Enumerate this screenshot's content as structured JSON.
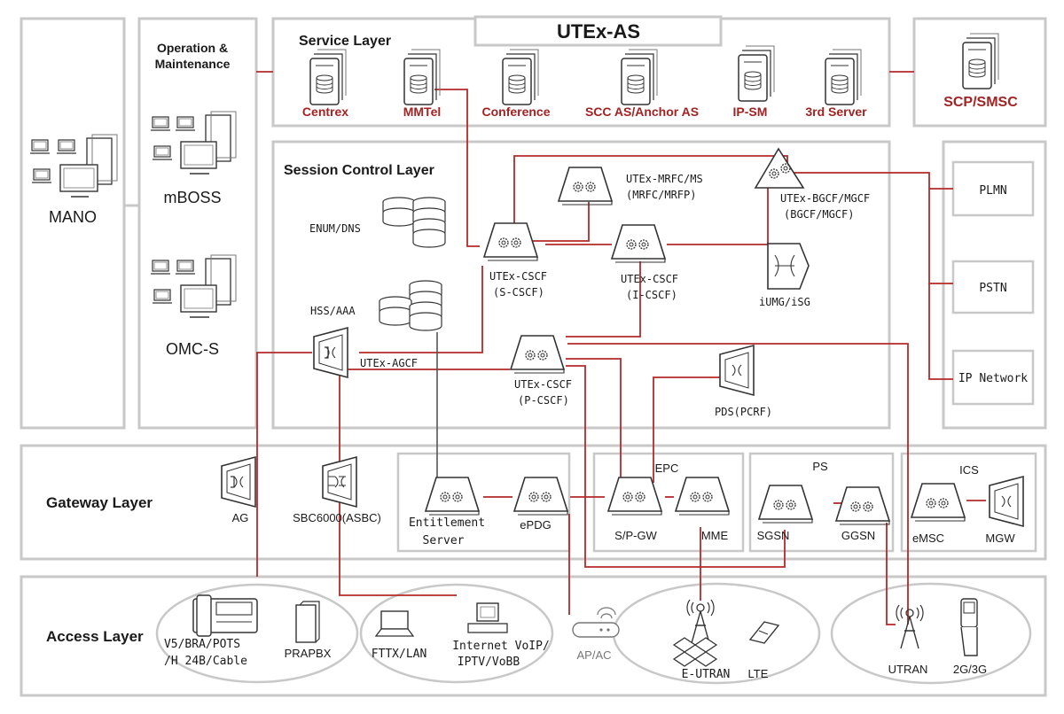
{
  "title": "UTEx-AS",
  "layers": {
    "service": "Service Layer",
    "session": "Session Control Layer",
    "gateway": "Gateway Layer",
    "access": "Access Layer"
  },
  "left": {
    "mano": "MANO",
    "om_line1": "Operation &",
    "om_line2": "Maintenance",
    "mboss": "mBOSS",
    "omcs": "OMC-S"
  },
  "services": [
    "Centrex",
    "MMTel",
    "Conference",
    "SCC AS/Anchor AS",
    "IP-SM",
    "3rd Server"
  ],
  "scp": "SCP/SMSC",
  "networks": [
    "PLMN",
    "PSTN",
    "IP Network"
  ],
  "session_nodes": {
    "enum": "ENUM/DNS",
    "hss": "HSS/AAA",
    "agcf": "UTEx-AGCF",
    "mrfc_1": "UTEx-MRFC/MS",
    "mrfc_2": "(MRFC/MRFP)",
    "bgcf_1": "UTEx-BGCF/MGCF",
    "bgcf_2": "(BGCF/MGCF)",
    "scscf_1": "UTEx-CSCF",
    "scscf_2": "(S-CSCF)",
    "icscf_1": "UTEx-CSCF",
    "icscf_2": "(I-CSCF)",
    "iumg": "iUMG/iSG",
    "pcscf_1": "UTEx-CSCF",
    "pcscf_2": "(P-CSCF)",
    "pds": "PDS(PCRF)"
  },
  "gateway_nodes": {
    "ag": "AG",
    "sbc": "SBC6000(ASBC)",
    "ent_1": "Entitlement",
    "ent_2": "Server",
    "epdg": "ePDG",
    "epc": "EPC",
    "spgw": "S/P-GW",
    "mme": "MME",
    "ps": "PS",
    "sgsn": "SGSN",
    "ggsn": "GGSN",
    "ics": "ICS",
    "emsc": "eMSC",
    "mgw": "MGW"
  },
  "access_nodes": {
    "v5_1": "V5/BRA/POTS",
    "v5_2": "/H 24B/Cable",
    "prapbx": "PRAPBX",
    "fttx": "FTTX/LAN",
    "voip_1": "Internet VoIP/",
    "voip_2": "IPTV/VoBB",
    "apac": "AP/AC",
    "eutran": "E-UTRAN",
    "lte": "LTE",
    "utran": "UTRAN",
    "g23": "2G/3G"
  },
  "colors": {
    "accent": "#a32222",
    "panel_border": "#c8c8c8",
    "text": "#1a1a1a"
  }
}
